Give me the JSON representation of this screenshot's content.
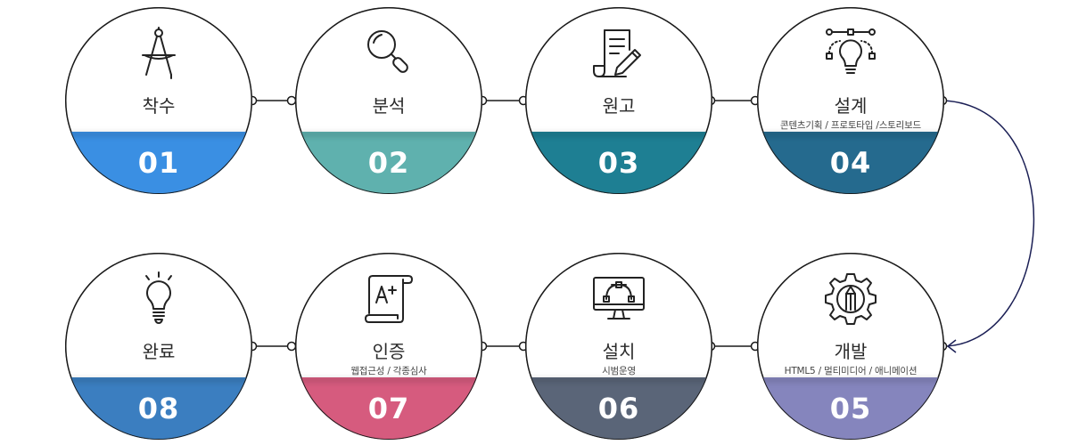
{
  "steps": [
    {
      "number": "01",
      "title": "착수",
      "subtitle": "",
      "icon": "compass-icon",
      "color": "#3a8fe3"
    },
    {
      "number": "02",
      "title": "분석",
      "subtitle": "",
      "icon": "magnifier-icon",
      "color": "#5fb1ae"
    },
    {
      "number": "03",
      "title": "원고",
      "subtitle": "",
      "icon": "document-pen-icon",
      "color": "#1e7f93"
    },
    {
      "number": "04",
      "title": "설계",
      "subtitle": "콘텐츠기획 / 프로토타입 /스토리보드",
      "icon": "bulb-network-icon",
      "color": "#256a8e"
    },
    {
      "number": "05",
      "title": "개발",
      "subtitle": "HTML5 / 멀티미디어 / 애니메이션",
      "icon": "gear-pen-icon",
      "color": "#8585bd"
    },
    {
      "number": "06",
      "title": "설치",
      "subtitle": "시범운영",
      "icon": "monitor-vector-icon",
      "color": "#5a6578"
    },
    {
      "number": "07",
      "title": "인증",
      "subtitle": "웹접근성 / 각종심사",
      "icon": "certificate-scroll-icon",
      "color": "#d65b7e"
    },
    {
      "number": "08",
      "title": "완료",
      "subtitle": "",
      "icon": "lightbulb-icon",
      "color": "#3b7ec0"
    }
  ]
}
